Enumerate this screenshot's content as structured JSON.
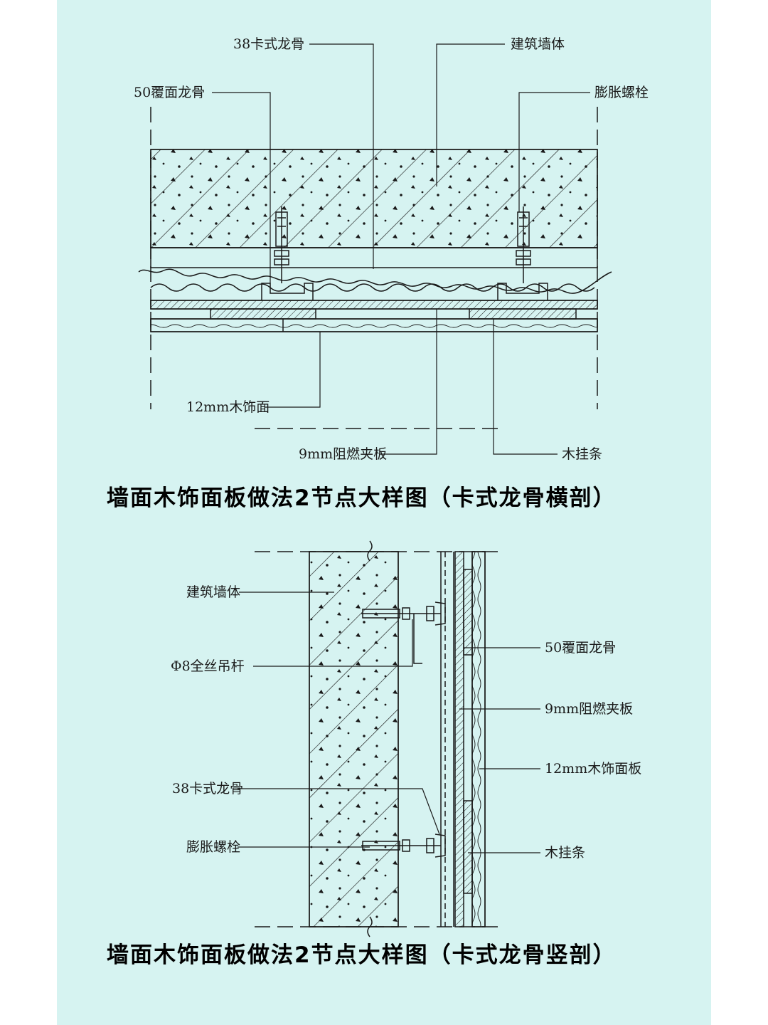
{
  "top_section": {
    "labels": {
      "stud_38": "38卡式龙骨",
      "wall": "建筑墙体",
      "stud_50": "50覆面龙骨",
      "bolt": "膨胀螺栓",
      "veneer_12": "12mm木饰面",
      "plywood_9": "9mm阻燃夹板",
      "hanger": "木挂条"
    },
    "title": "墙面木饰面板做法2节点大样图（卡式龙骨横剖）"
  },
  "bottom_section": {
    "labels": {
      "wall": "建筑墙体",
      "rod": "Φ8全丝吊杆",
      "stud_38": "38卡式龙骨",
      "bolt": "膨胀螺栓",
      "stud_50": "50覆面龙骨",
      "plywood_9": "9mm阻燃夹板",
      "veneer_12": "12mm木饰面板",
      "hanger": "木挂条"
    },
    "title": "墙面木饰面板做法2节点大样图（卡式龙骨竖剖）"
  },
  "colors": {
    "background": "#d6f3f1",
    "line": "#1a1a1a"
  }
}
